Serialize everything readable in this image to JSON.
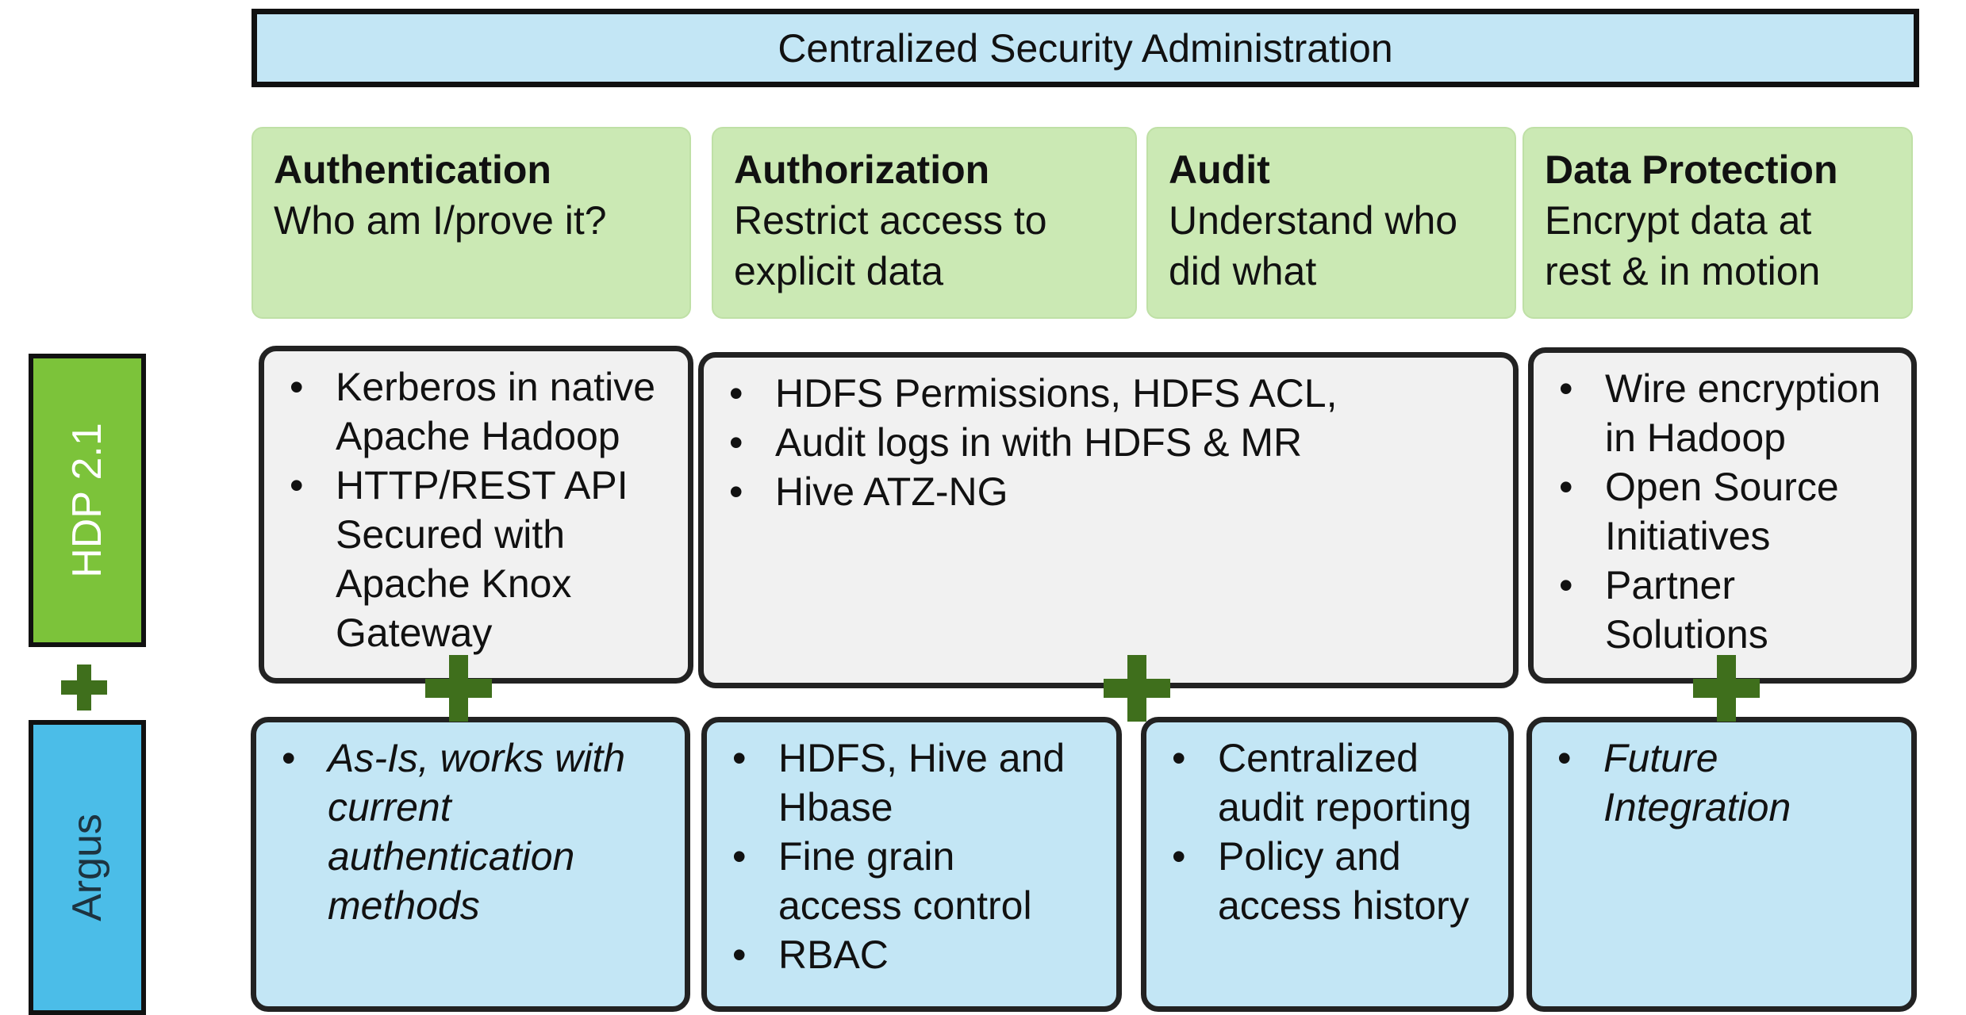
{
  "banner": {
    "title": "Centralized Security Administration"
  },
  "categories": [
    {
      "title": "Authentication",
      "lines": [
        "Who am I/prove it?"
      ]
    },
    {
      "title": "Authorization",
      "lines": [
        "Restrict access to",
        "explicit data"
      ]
    },
    {
      "title": "Audit",
      "lines": [
        "Understand who",
        "did what"
      ]
    },
    {
      "title": "Data Protection",
      "lines": [
        "Encrypt data at",
        "rest & in motion"
      ]
    }
  ],
  "rows": {
    "hdp": {
      "label": "HDP 2.1"
    },
    "argus": {
      "label": "Argus"
    }
  },
  "hdp_boxes": {
    "authentication": [
      [
        "Kerberos in native",
        "Apache Hadoop"
      ],
      [
        "HTTP/REST API",
        "Secured with",
        "Apache Knox",
        "Gateway"
      ]
    ],
    "authorization_audit": [
      [
        "HDFS Permissions, HDFS ACL,"
      ],
      [
        "Audit logs in with HDFS & MR"
      ],
      [
        "Hive ATZ-NG"
      ]
    ],
    "data_protection": [
      [
        "Wire encryption",
        "in Hadoop"
      ],
      [
        "Open Source",
        "Initiatives"
      ],
      [
        "Partner",
        "Solutions"
      ]
    ]
  },
  "argus_boxes": {
    "authentication": [
      [
        "As-Is, works with",
        "current",
        "authentication",
        "methods"
      ]
    ],
    "authorization": [
      [
        "HDFS, Hive and",
        "Hbase"
      ],
      [
        "Fine grain",
        "access control"
      ],
      [
        "RBAC"
      ]
    ],
    "audit": [
      [
        "Centralized",
        "audit reporting"
      ],
      [
        "Policy and",
        "access history"
      ]
    ],
    "data_protection": [
      [
        "Future",
        "Integration"
      ]
    ]
  },
  "colors": {
    "category_fill": "#cbe9b4",
    "hdp_fill": "#7cc33a",
    "argus_fill": "#4bbde8",
    "banner_fill": "#c3e6f5",
    "plus": "#3f6f1c"
  },
  "icons": {
    "join": "plus-icon"
  }
}
